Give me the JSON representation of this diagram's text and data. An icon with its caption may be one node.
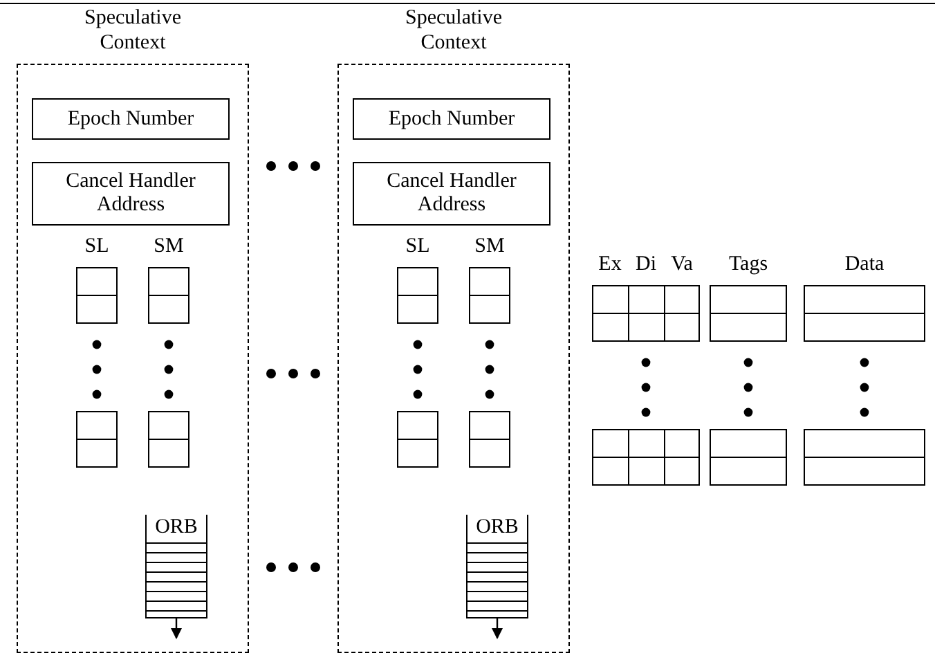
{
  "diagram": {
    "nodes": [
      {
        "text": [
          "Speculative Context"
        ]
      },
      {
        "text": [
          "Epoch Number"
        ],
        "in": 0
      },
      {
        "text": [
          "Cancel Handler Address"
        ],
        "in": 0
      },
      {
        "text": [
          "SL"
        ],
        "in": 0
      },
      {
        "text": [
          "SM"
        ],
        "in": 0
      },
      {
        "text": [
          "ORB"
        ],
        "in": 0
      },
      {
        "text": [
          "Speculative Context"
        ]
      },
      {
        "text": [
          "Epoch Number"
        ],
        "in": 6
      },
      {
        "text": [
          "Cancel Handler Address"
        ],
        "in": 6
      },
      {
        "text": [
          "SL"
        ],
        "in": 6
      },
      {
        "text": [
          "SM"
        ],
        "in": 6
      },
      {
        "text": [
          "ORB"
        ],
        "in": 6
      },
      {
        "text": [
          "Ex",
          "Di",
          "Va"
        ]
      },
      {
        "text": [
          "Tags"
        ]
      },
      {
        "text": [
          "Data"
        ]
      }
    ],
    "edges": [
      {
        "from": 5,
        "to": null,
        "arrow": "to"
      },
      {
        "from": 11,
        "to": null,
        "arrow": "to"
      }
    ]
  }
}
